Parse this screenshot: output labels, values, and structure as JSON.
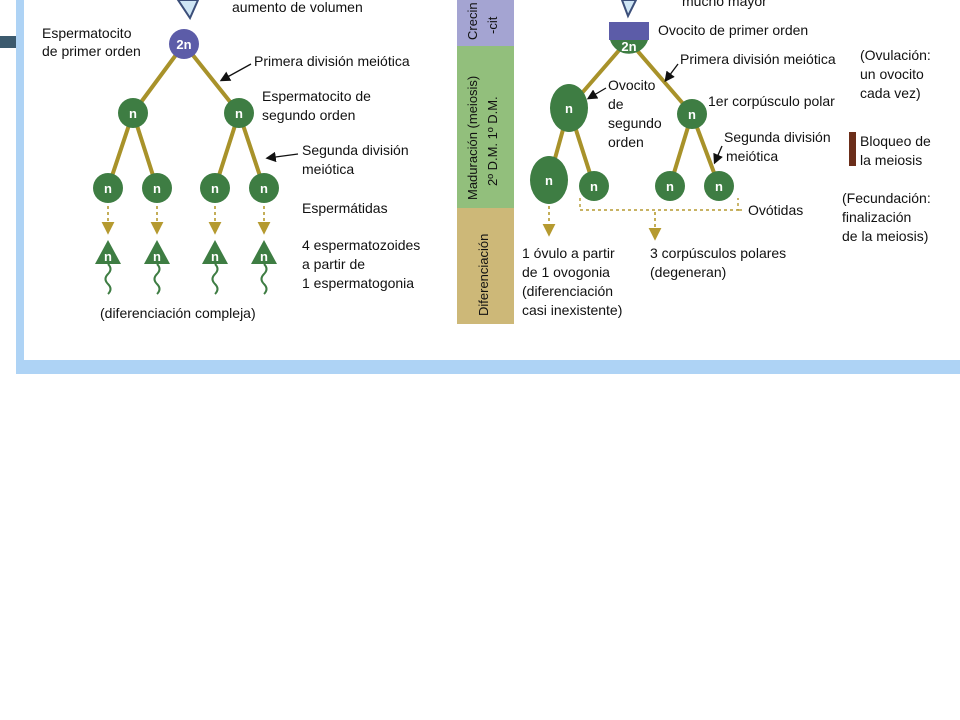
{
  "colors": {
    "diploid": "#5c5ca8",
    "haploid": "#3e7d43",
    "line": "#a8922a",
    "arrow": "#b59a30",
    "band_crecimiento": "#a4a4d2",
    "band_maduracion": "#92bf7c",
    "band_diferenciacion": "#cdb878",
    "bloqueo": "#6b2e1a",
    "frame": "#aed3f5"
  },
  "cell_labels": {
    "diploid": "2n",
    "haploid": "n"
  },
  "male": {
    "top_text": "aumento de volumen",
    "primary": [
      "Espermatocito",
      "de primer orden"
    ],
    "first_division": "Primera división meiótica",
    "secondary": [
      "Espermatocito de",
      "segundo orden"
    ],
    "second_division": [
      "Segunda división",
      "meiótica"
    ],
    "spermatids": "Espermátidas",
    "result": [
      "4 espermatozoides",
      "a partir de",
      "1 espermatogonia"
    ],
    "differentiation": "(diferenciación compleja)"
  },
  "bands": {
    "crecimiento": [
      "Crecin",
      "-cit"
    ],
    "maduracion": [
      "Maduración (meiosis)",
      "2º D.M.  1º D.M."
    ],
    "diferenciacion": "Diferenciación"
  },
  "female": {
    "top_text": "mucho mayor",
    "primary": "Ovocito de primer orden",
    "first_division": "Primera división meiótica",
    "secondary": [
      "Ovocito",
      "de",
      "segundo",
      "orden"
    ],
    "polar1": "1er corpúsculo polar",
    "second_division": [
      "Segunda división",
      "meiótica"
    ],
    "ovotids": "Ovótidas",
    "ovulation": [
      "(Ovulación:",
      "un ovocito",
      "cada vez)"
    ],
    "bloqueo": [
      "Bloqueo de",
      "la meiosis"
    ],
    "fecundacion": [
      "(Fecundación:",
      "finalización",
      "de la meiosis)"
    ],
    "ovum": [
      "1 óvulo a partir",
      "de 1 ovogonia",
      "(diferenciación",
      "casi inexistente)"
    ],
    "polar_bodies": [
      "3 corpúsculos polares",
      "(degeneran)"
    ]
  }
}
